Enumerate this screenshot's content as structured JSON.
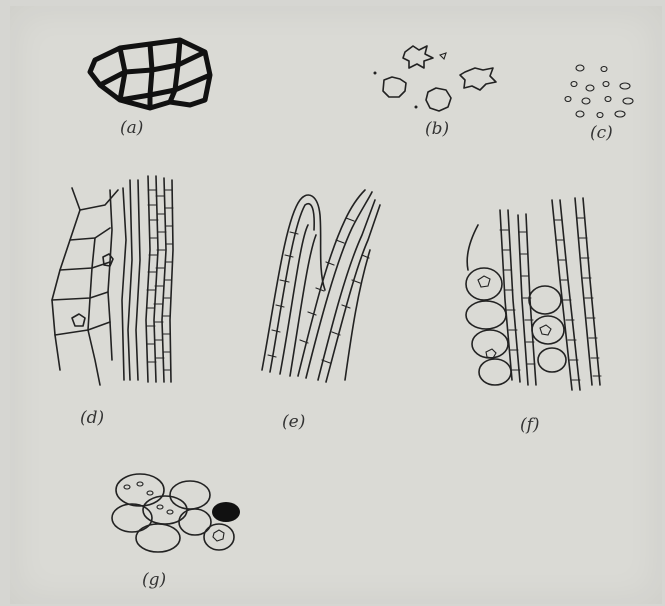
{
  "captions": {
    "a": "(a)",
    "b": "(b)",
    "c": "(c)",
    "d": "(d)",
    "e": "(e)",
    "f": "(f)",
    "g": "(g)"
  },
  "colors": {
    "paper": "#dadad5",
    "ink": "#222222"
  }
}
